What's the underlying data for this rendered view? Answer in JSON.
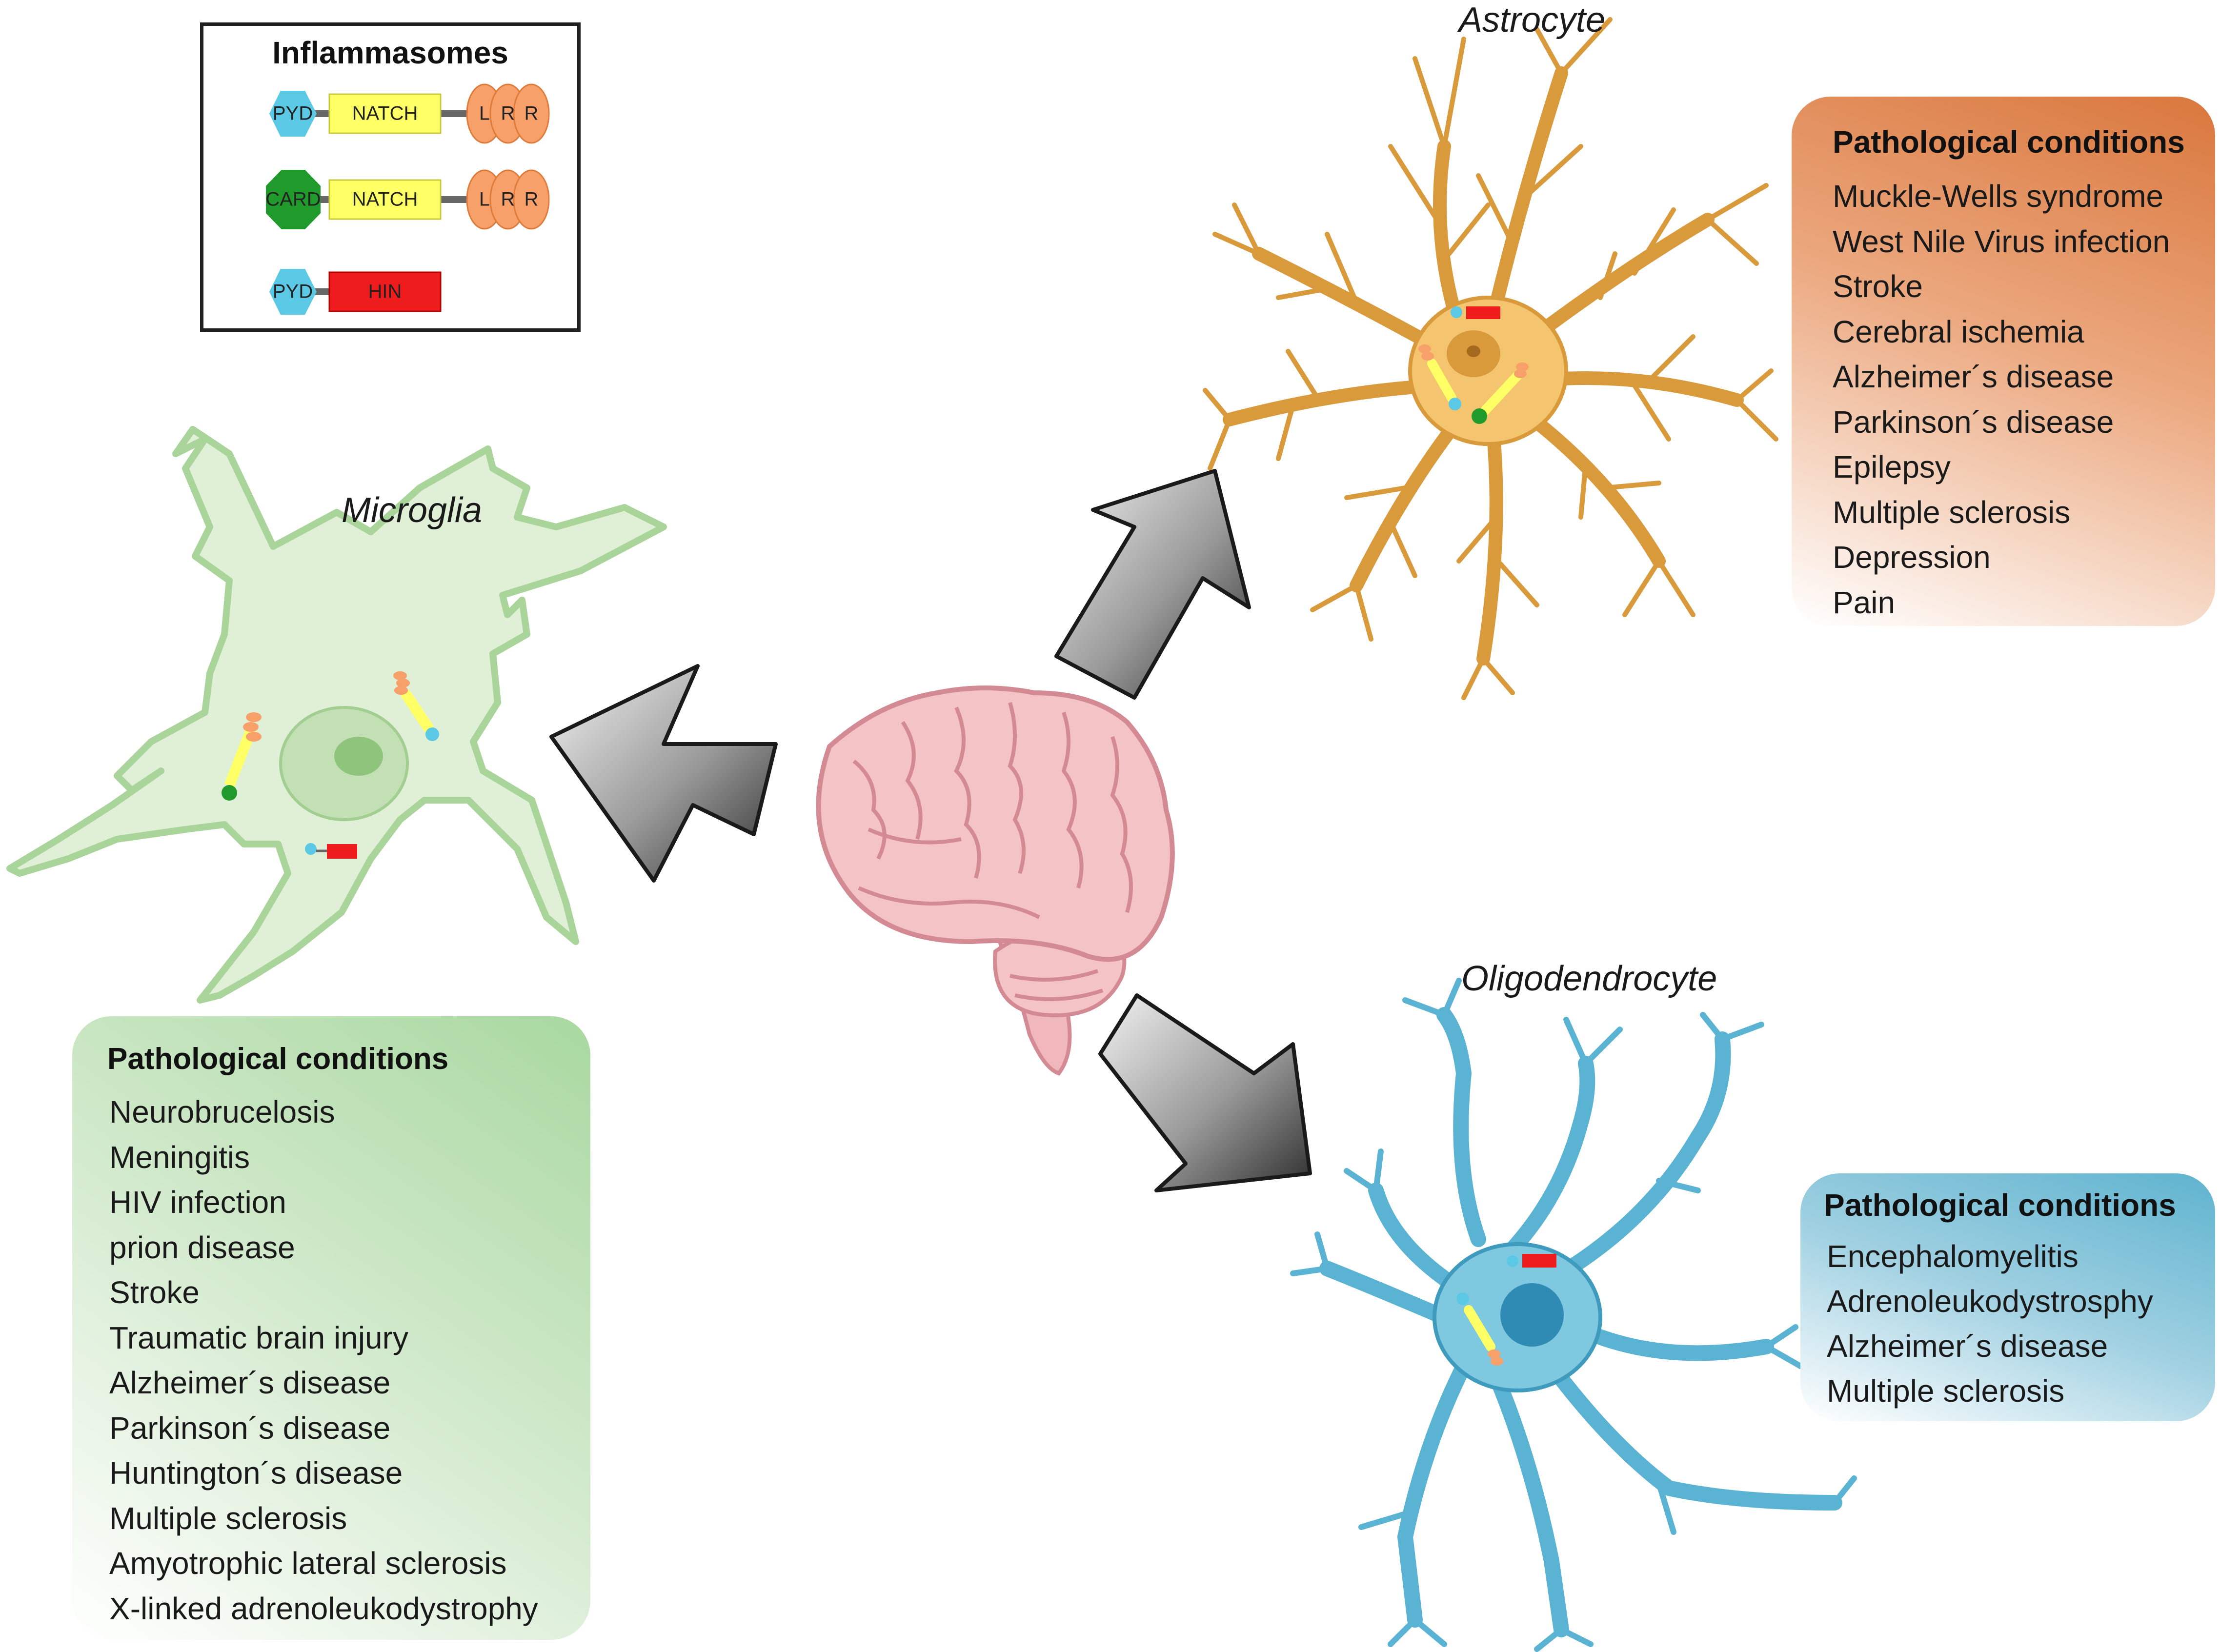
{
  "legend": {
    "title": "Inflammasomes",
    "rows": [
      {
        "domain1": "PYD",
        "domain2": "NATCH",
        "lrr": [
          "L",
          "R",
          "R"
        ]
      },
      {
        "domain1": "CARD",
        "domain2": "NATCH",
        "lrr": [
          "L",
          "R",
          "R"
        ]
      },
      {
        "domain1": "PYD",
        "domain2": "HIN"
      }
    ]
  },
  "cells": {
    "microglia": {
      "label": "Microglia",
      "conditions_title": "Pathological conditions",
      "conditions": [
        "Neurobrucelosis",
        "Meningitis",
        "HIV infection",
        "prion disease",
        "Stroke",
        "Traumatic brain injury",
        "Alzheimer´s disease",
        "Parkinson´s disease",
        "Huntington´s disease",
        "Multiple sclerosis",
        "Amyotrophic lateral sclerosis",
        "X-linked adrenoleukodystrophy"
      ]
    },
    "astrocyte": {
      "label": "Astrocyte",
      "conditions_title": "Pathological conditions",
      "conditions": [
        "Muckle-Wells syndrome",
        "West Nile Virus infection",
        "Stroke",
        "Cerebral ischemia",
        "Alzheimer´s disease",
        "Parkinson´s disease",
        "Epilepsy",
        "Multiple sclerosis",
        "Depression",
        "Pain"
      ]
    },
    "oligodendrocyte": {
      "label": "Oligodendrocyte",
      "conditions_title": "Pathological conditions",
      "conditions": [
        "Encephalomyelitis",
        "Adrenoleukodystrosphy",
        "Alzheimer´s disease",
        "Multiple sclerosis"
      ]
    }
  },
  "colors": {
    "pyd": "#5bc9e6",
    "card": "#1f9a2b",
    "natch": "#ffff66",
    "lrr": "#f7a06a",
    "hin": "#ee1c1c",
    "microglia_fill": "#dff0d6",
    "microglia_stroke": "#a9d49a",
    "astrocyte_fill": "#f5c46e",
    "astrocyte_stroke": "#d99a3c",
    "oligo_fill": "#7ec8e0",
    "oligo_stroke": "#3e9bbd",
    "brain_fill": "#f4c3c6",
    "brain_stroke": "#d48a92"
  }
}
